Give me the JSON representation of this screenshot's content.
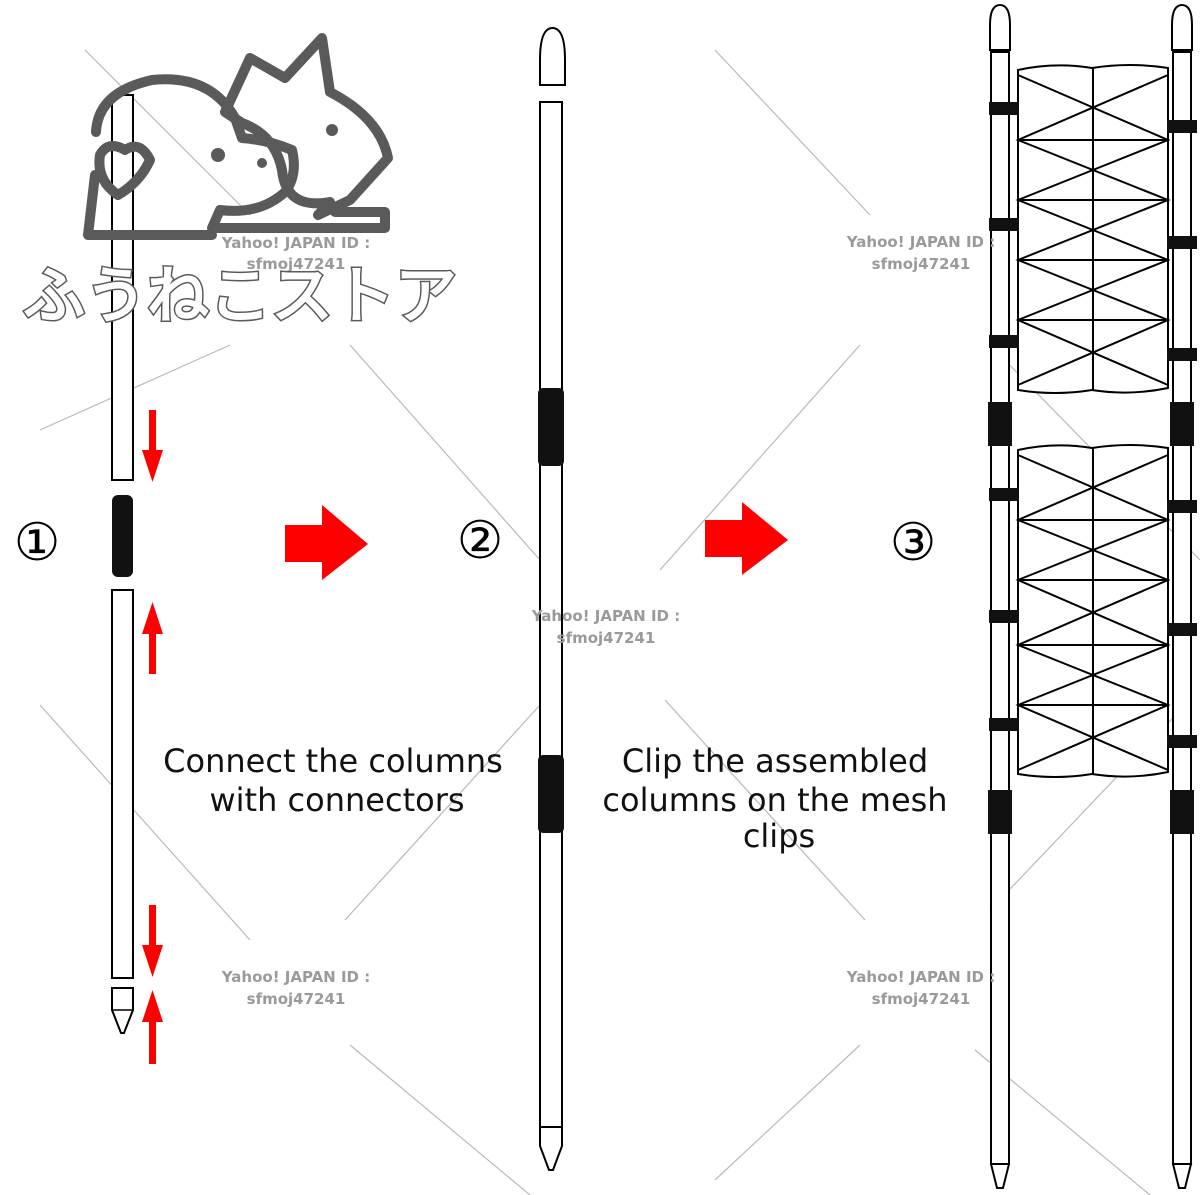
{
  "brand": {
    "shop_name": "ふうねこストア"
  },
  "watermark": {
    "line1": "Yahoo! JAPAN ID :",
    "line2": "sfmoj47241"
  },
  "steps": [
    {
      "number": "①",
      "caption_lines": []
    },
    {
      "number": "②",
      "caption_lines": [
        "Connect the columns",
        "with connectors"
      ]
    },
    {
      "number": "③",
      "caption_lines": [
        "Clip the assembled",
        "columns on the mesh",
        "clips"
      ]
    }
  ],
  "colors": {
    "arrow": "#ff0000",
    "line": "#000000",
    "connector": "#111111",
    "watermark": "#9a9a9a",
    "logo": "#5a5a5a"
  }
}
